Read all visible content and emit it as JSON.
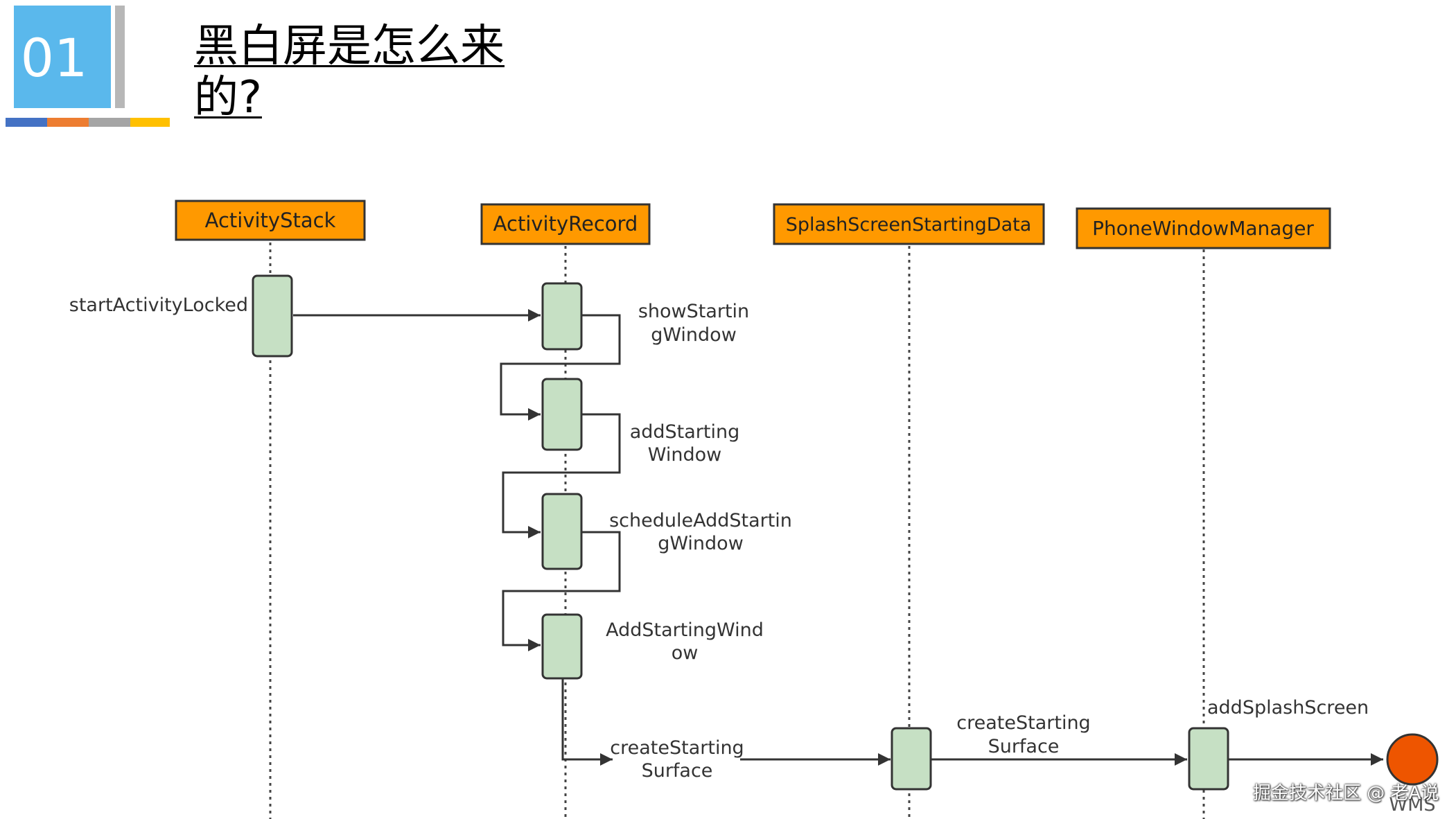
{
  "badge": {
    "number": "01"
  },
  "title": {
    "line1": "黑白屏是怎么来",
    "line2": "的?"
  },
  "lifelines": [
    {
      "id": "activity_stack",
      "label": "ActivityStack"
    },
    {
      "id": "activity_record",
      "label": "ActivityRecord"
    },
    {
      "id": "splash_data",
      "label": "SplashScreenStartingData"
    },
    {
      "id": "phone_window_manager",
      "label": "PhoneWindowManager"
    }
  ],
  "messages": {
    "start_activity_locked": "startActivityLocked",
    "show_starting_window": [
      "showStartin",
      "gWindow"
    ],
    "add_starting_window": [
      "addStarting",
      "Window"
    ],
    "schedule_add_starting_window": [
      "scheduleAddStartin",
      "gWindow"
    ],
    "add_starting_window_msg": [
      "AddStartingWind",
      "ow"
    ],
    "create_starting_surface_1": [
      "createStarting",
      "Surface"
    ],
    "create_starting_surface_2": [
      "createStarting",
      "Surface"
    ],
    "add_splash_screen": "addSplashScreen",
    "wms": "WMS"
  },
  "watermark": "掘金技术社区 @ 老A说",
  "colors": {
    "badge_blue": "#5ab8ec",
    "badge_gray": "#b7b7b7",
    "stripe": [
      "#4472c4",
      "#ed7d31",
      "#a5a5a5",
      "#ffc000"
    ],
    "lifeline_fill": "#ff9900",
    "activation_fill": "#c6e0c4",
    "wms_fill": "#ee5500"
  }
}
